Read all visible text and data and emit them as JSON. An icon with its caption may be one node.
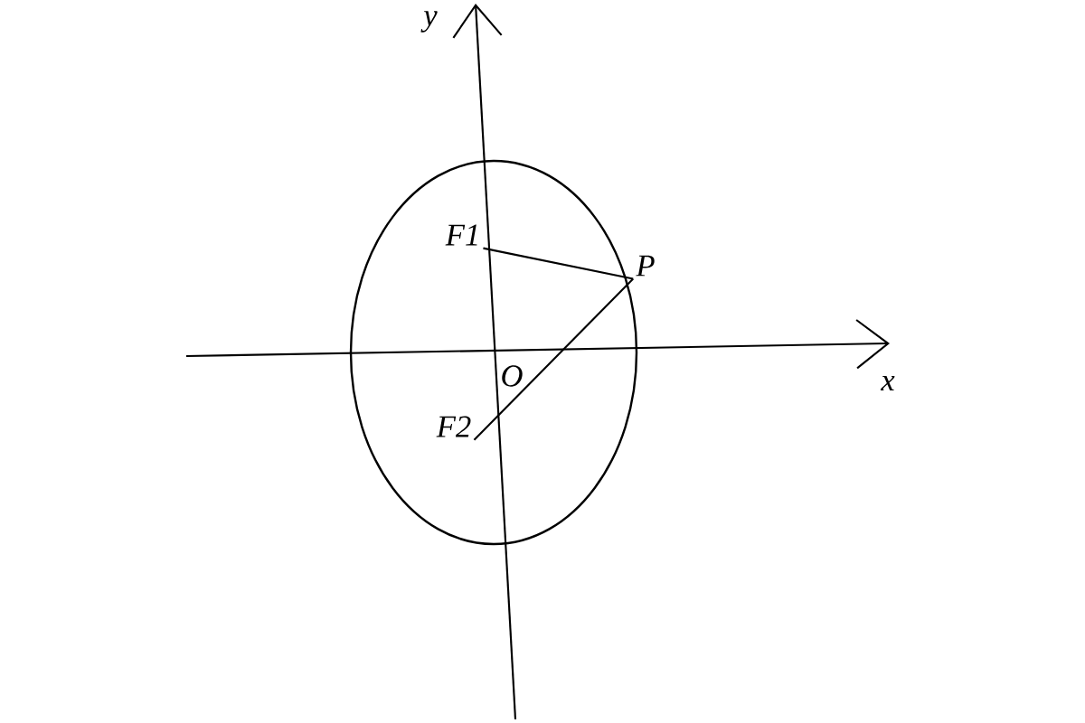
{
  "diagram": {
    "nodes": [
      {
        "text": [
          "F1"
        ]
      },
      {
        "text": [
          "P"
        ]
      },
      {
        "text": [
          "F2"
        ]
      }
    ],
    "edges": [
      {
        "from": 0,
        "to": 1,
        "arrow": "none"
      },
      {
        "from": 2,
        "to": 1,
        "arrow": "none"
      }
    ],
    "labels": [
      "y",
      "x",
      "O"
    ]
  }
}
